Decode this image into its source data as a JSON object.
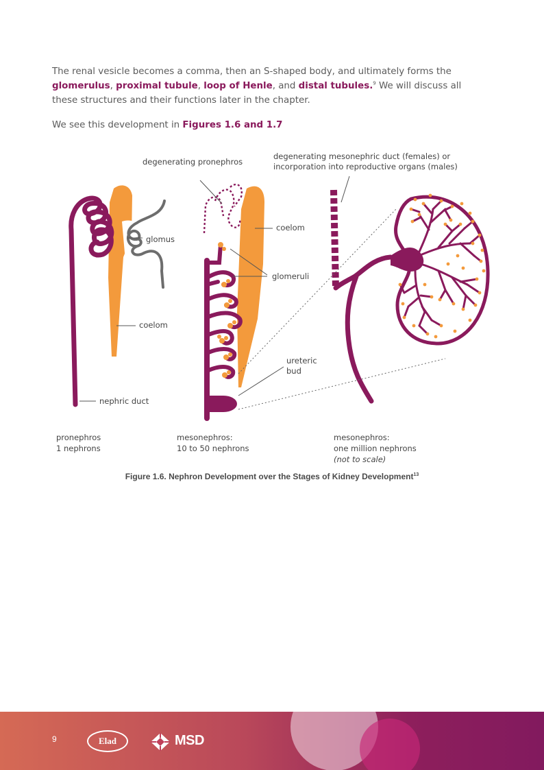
{
  "intro": {
    "line1": "The renal vesicle becomes a comma, then an S-shaped body, and ultimately forms the",
    "term1": "glomerulus",
    "sep1": ", ",
    "term2": "proximal tubule",
    "sep2": ", ",
    "term3": "loop of Henle",
    "sep3": ", and ",
    "term4": "distal tubules",
    "ref": "9",
    "rest1": " We will discuss all",
    "line3": "these structures and their functions later in the chapter."
  },
  "figure_ref": {
    "prefix": "We see this development in ",
    "link": "Figures 1.6 and 1.7"
  },
  "figure": {
    "labels": {
      "degen_pronephros": "degenerating pronephros",
      "degen_meso_1": "degenerating mesonephric duct (females) or",
      "degen_meso_2": "incorporation into reproductive organs (males)",
      "glomus": "glomus",
      "coelom_left": "coelom",
      "coelom_mid": "coelom",
      "glomeruli": "glomeruli",
      "ureteric_1": "ureteric",
      "ureteric_2": "bud",
      "nephric_duct": "nephric duct"
    },
    "stages": [
      {
        "name": "pronephros",
        "count": "1 nephrons"
      },
      {
        "name": "mesonephros:",
        "count": "10 to 50 nephrons"
      },
      {
        "name": "mesonephros:",
        "count": "one million nephrons",
        "note": "(not to scale)"
      }
    ],
    "colors": {
      "duct": "#8a1a5c",
      "coelom": "#f39a3c",
      "glomus": "#6d6d6d"
    }
  },
  "caption": {
    "text": "Figure 1.6. Nephron Development over the Stages of Kidney Development",
    "ref": "13"
  },
  "footer": {
    "page_number": "9",
    "logo1": "Elad",
    "logo2": "MSD"
  }
}
